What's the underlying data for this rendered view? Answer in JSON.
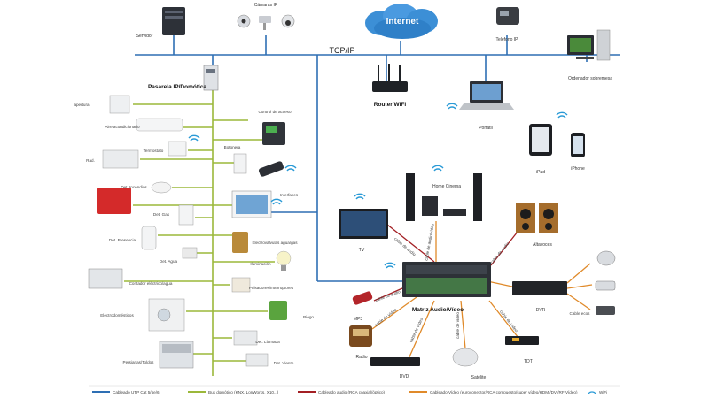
{
  "diagram": {
    "backbone_label": "TCP/IP",
    "cloud_label": "Internet",
    "nodes": {
      "servidor": "Servidor",
      "camaras": "Cámaras IP",
      "telefono": "Teléfono IP",
      "ordenador": "Ordenador sobremesa",
      "router": "Router WiFi",
      "portatil": "Portátil",
      "ipad": "iPad",
      "iphone": "iPhone",
      "pasarela": "Pasarela IP/Domótica",
      "control_acceso": "Control de acceso",
      "botonera": "Botonera",
      "interfaz": "Interfaces",
      "electrovalvula": "Electroválvulas agua/gas",
      "iluminacion": "Iluminación",
      "pulsadores": "Pulsadores/Interruptores",
      "riego": "Riego",
      "det_llamada": "Det. Llamada",
      "det_viento": "Det. Viento",
      "apertura": "apertura",
      "aire": "Aire acondicionado",
      "termostato": "Termostato",
      "rad": "Rad.",
      "det_incendios": "Det. Incendios",
      "det_gas": "Det. Gas",
      "det_presencia": "Det. Presencia",
      "det_agua": "Det. Agua",
      "contador": "Contador eléctrico/agua",
      "electrodomesticos": "Electrodomésticos",
      "persianas": "Persianas/Toldos",
      "home_cinema": "Home Cinema",
      "tv": "TV",
      "altavoces": "Altavoces",
      "matriz": "Matriz Audio/Vídeo",
      "dvr": "DVR",
      "mp3": "MP3",
      "radio": "Radio",
      "dvd": "DVD",
      "satelite": "Satélite",
      "tdt": "TDT",
      "cable_ip": "Cable ecos"
    },
    "cable_labels": {
      "c1": "cable de audio/vídeo",
      "c2": "cable de audio",
      "c3": "cable de audio",
      "c4": "cable de audio",
      "c5": "cable de vídeo",
      "c6": "cable de vídeo",
      "c7": "cable de vídeo",
      "c8": "cable de vídeo"
    },
    "colors": {
      "utp": "#2e6fb4",
      "bus": "#9bb83a",
      "audio": "#a31f24",
      "video": "#e08a2a",
      "wifi": "#2a9ad6"
    }
  },
  "legend": [
    {
      "label": "Cableado UTP Cat 5/5e/6",
      "color": "#2e6fb4"
    },
    {
      "label": "Bus domótico (KNX, LonWorks, X10...)",
      "color": "#9bb83a"
    },
    {
      "label": "Cableado audio (RCA coaxial/óptico)",
      "color": "#a31f24"
    },
    {
      "label": "Cableado Vídeo (euroconector/RCA compuesto/super vídeo/HDMI/DVI/RF Vídeo)",
      "color": "#e08a2a"
    },
    {
      "label": "WiFi",
      "color": "#2a9ad6"
    }
  ]
}
